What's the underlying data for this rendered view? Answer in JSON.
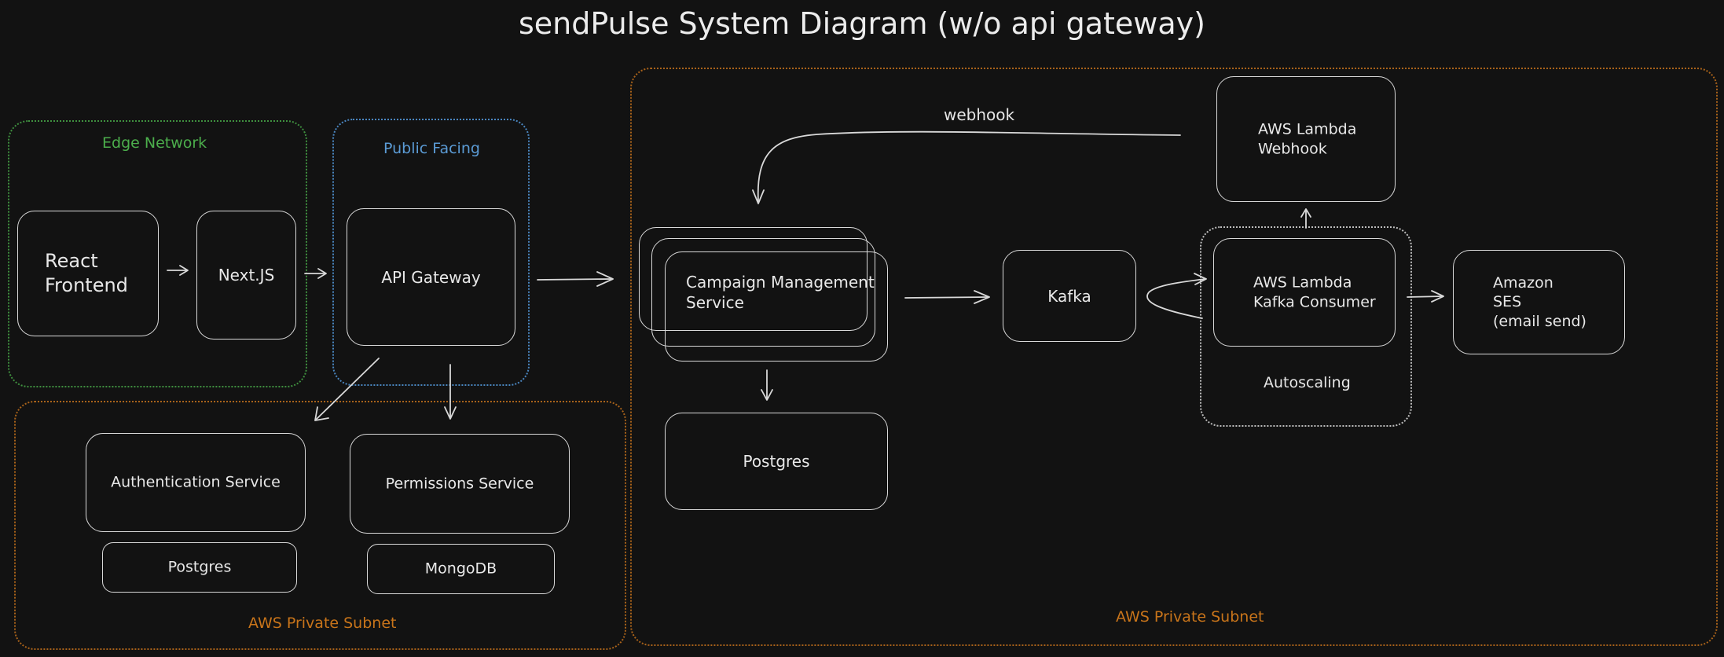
{
  "title": "sendPulse System Diagram (w/o api gateway)",
  "colors": {
    "background": "#121212",
    "stroke": "#d9d9d9",
    "edge_network": "#4cae4c",
    "public_facing": "#5b9bd5",
    "private_subnet": "#c8741a",
    "autoscaling": "#cfcfcf"
  },
  "regions": {
    "edge_network": "Edge Network",
    "public_facing": "Public Facing",
    "private_subnet_left": "AWS Private Subnet",
    "private_subnet_right": "AWS Private Subnet",
    "autoscaling": "Autoscaling"
  },
  "nodes": {
    "react_frontend": "React\nFrontend",
    "nextjs": "Next.JS",
    "api_gateway": "API Gateway",
    "auth_service": "Authentication Service",
    "auth_postgres": "Postgres",
    "permissions_service": "Permissions Service",
    "mongodb": "MongoDB",
    "campaign_service": "Campaign Management\nService",
    "campaign_postgres": "Postgres",
    "kafka": "Kafka",
    "lambda_kafka": "AWS Lambda\nKafka Consumer",
    "lambda_webhook": "AWS Lambda\nWebhook",
    "ses": "Amazon\nSES\n(email send)"
  },
  "edges": {
    "webhook_label": "webhook"
  }
}
